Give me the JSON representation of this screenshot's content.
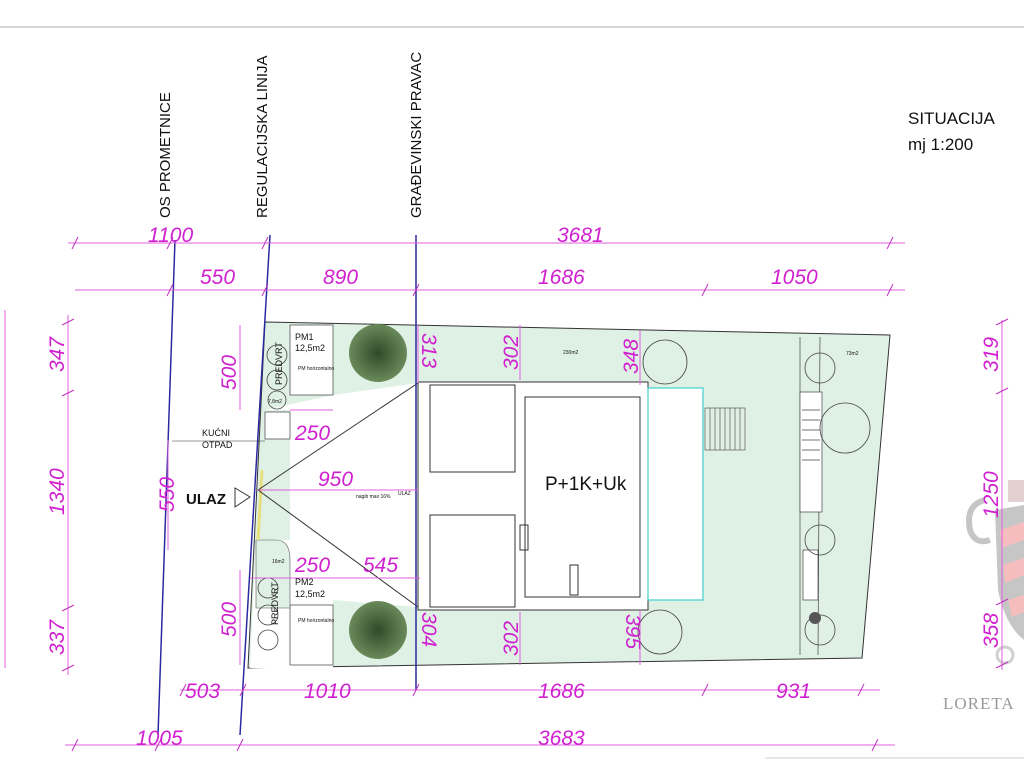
{
  "title": {
    "name": "SITUACIJA",
    "scale": "mj 1:200"
  },
  "reference_lines": {
    "road_axis": "OS PROMETNICE",
    "regulation_line": "REGULACIJSKA LINIJA",
    "building_line": "GRAĐEVINSKI PRAVAC"
  },
  "dimensions": {
    "top_total": [
      "1100",
      "3681"
    ],
    "top_segments": [
      "550",
      "890",
      "1686",
      "1050"
    ],
    "bottom_segments": [
      "503",
      "1010",
      "1686",
      "931"
    ],
    "bottom_total": [
      "1005",
      "3683"
    ],
    "left": [
      "347",
      "1340",
      "337"
    ],
    "right": [
      "319",
      "1250",
      "358"
    ],
    "inner": {
      "pm_height_top": "500",
      "pm_height_bottom": "500",
      "entry_offset": "550",
      "pm_width_top": "250",
      "pm_width_bottom": "250",
      "driveway": "950",
      "diag": "545",
      "front_top": "313",
      "front_bottom": "304",
      "side_top_a": "302",
      "side_bottom_a": "302",
      "side_top_b": "348",
      "side_bottom_b": "395"
    }
  },
  "labels": {
    "building": "P+1K+Uk",
    "entry": "ULAZ",
    "waste_1": "KUĆNI",
    "waste_2": "OTPAD",
    "front_garden": "PREDVRT",
    "pm1_name": "PM1",
    "pm1_area": "12,5m2",
    "pm2_name": "PM2",
    "pm2_area": "12,5m2",
    "pm_note": "PM horizontalno",
    "ramp_note_1": "nagib max 16%",
    "ulaz_small": "ULAZ",
    "area_garden": "230m2",
    "area_back": "73m2",
    "area_front_top": "7,8m2",
    "area_front_bottom": "16m2"
  },
  "watermark": {
    "text": "LORETA"
  },
  "colors": {
    "dimension": "#d020d0",
    "axis": "#2a2aa0",
    "garden": "#dff0e4",
    "pool_edge": "#40d0d0"
  }
}
